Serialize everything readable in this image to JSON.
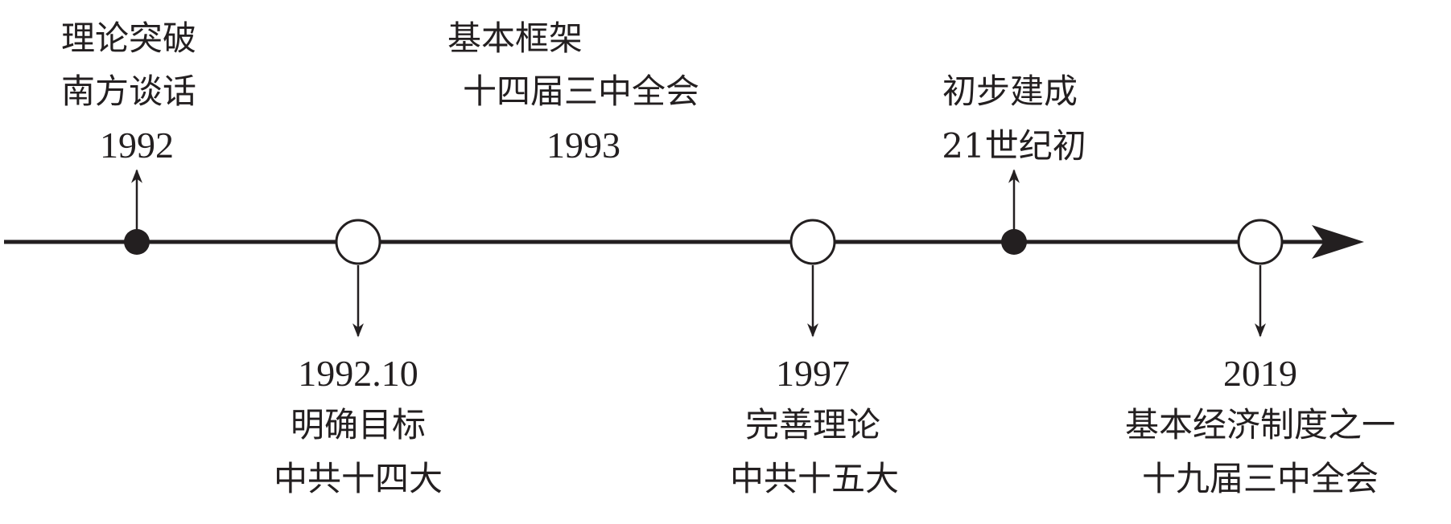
{
  "events": [
    {
      "lines": [
        "理论突破",
        "南方谈话",
        "1992"
      ],
      "marker": "filled",
      "direction": "up"
    },
    {
      "lines": [
        "1992.10",
        "明确目标",
        "中共十四大"
      ],
      "marker": "open",
      "direction": "down"
    },
    {
      "lines": [
        "基本框架",
        "十四届三中全会",
        "1993"
      ],
      "marker": "none",
      "direction": "up"
    },
    {
      "lines": [
        "1997",
        "完善理论",
        "中共十五大"
      ],
      "marker": "open",
      "direction": "down"
    },
    {
      "lines": [
        "初步建成",
        "21世纪初"
      ],
      "marker": "filled",
      "direction": "up"
    },
    {
      "lines": [
        "2019",
        "基本经济制度之一",
        "十九届三中全会"
      ],
      "marker": "open",
      "direction": "down"
    }
  ],
  "colors": {
    "line": "#231f20",
    "background": "#ffffff"
  }
}
